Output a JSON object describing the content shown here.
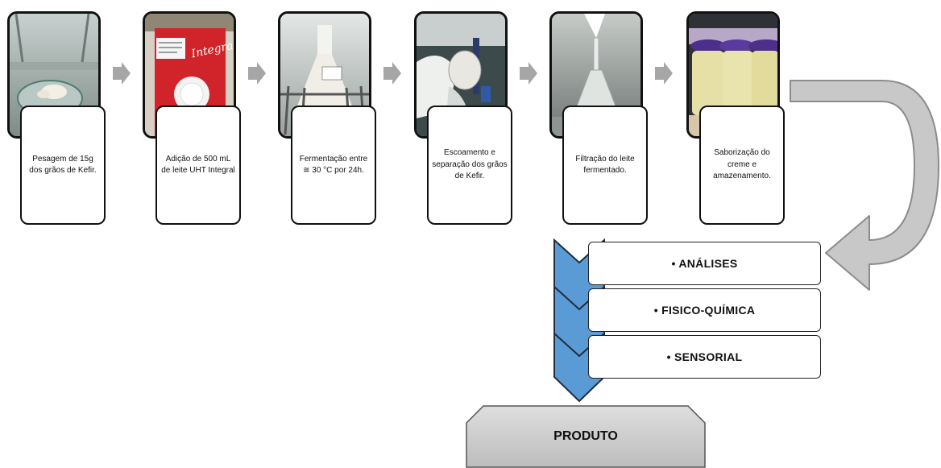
{
  "steps": [
    {
      "label": "Pesagem de 15g dos grãos de Kefir.",
      "photo": "kefir-grains-weighing-photo"
    },
    {
      "label": "Adição de 500 mL de leite UHT Integral",
      "photo": "uht-milk-carton-photo",
      "photo_text": "Integral"
    },
    {
      "label": "Fermentação entre\n≅ 30 °C por 24h.",
      "photo": "fermentation-flask-photo"
    },
    {
      "label": "Escoamento e separação dos grãos de Kefir.",
      "photo": "draining-separation-photo"
    },
    {
      "label": "Filtração do leite fermentado.",
      "photo": "milk-filtration-photo"
    },
    {
      "label": "Saborização do creme e amazenamento.",
      "photo": "flavored-cream-jars-photo"
    }
  ],
  "analyses": [
    {
      "label": "• ANÁLISES"
    },
    {
      "label": "• FISICO-QUÍMICA"
    },
    {
      "label": "• SENSORIAL"
    }
  ],
  "product": {
    "label": "PRODUTO"
  },
  "colors": {
    "step_arrow": "#a6a6a6",
    "curved_arrow_fill": "#c8c8c8",
    "curved_arrow_stroke": "#8c8c8c",
    "chevron_fill": "#5b9bd5",
    "product_fill": "#cfcfcf"
  }
}
